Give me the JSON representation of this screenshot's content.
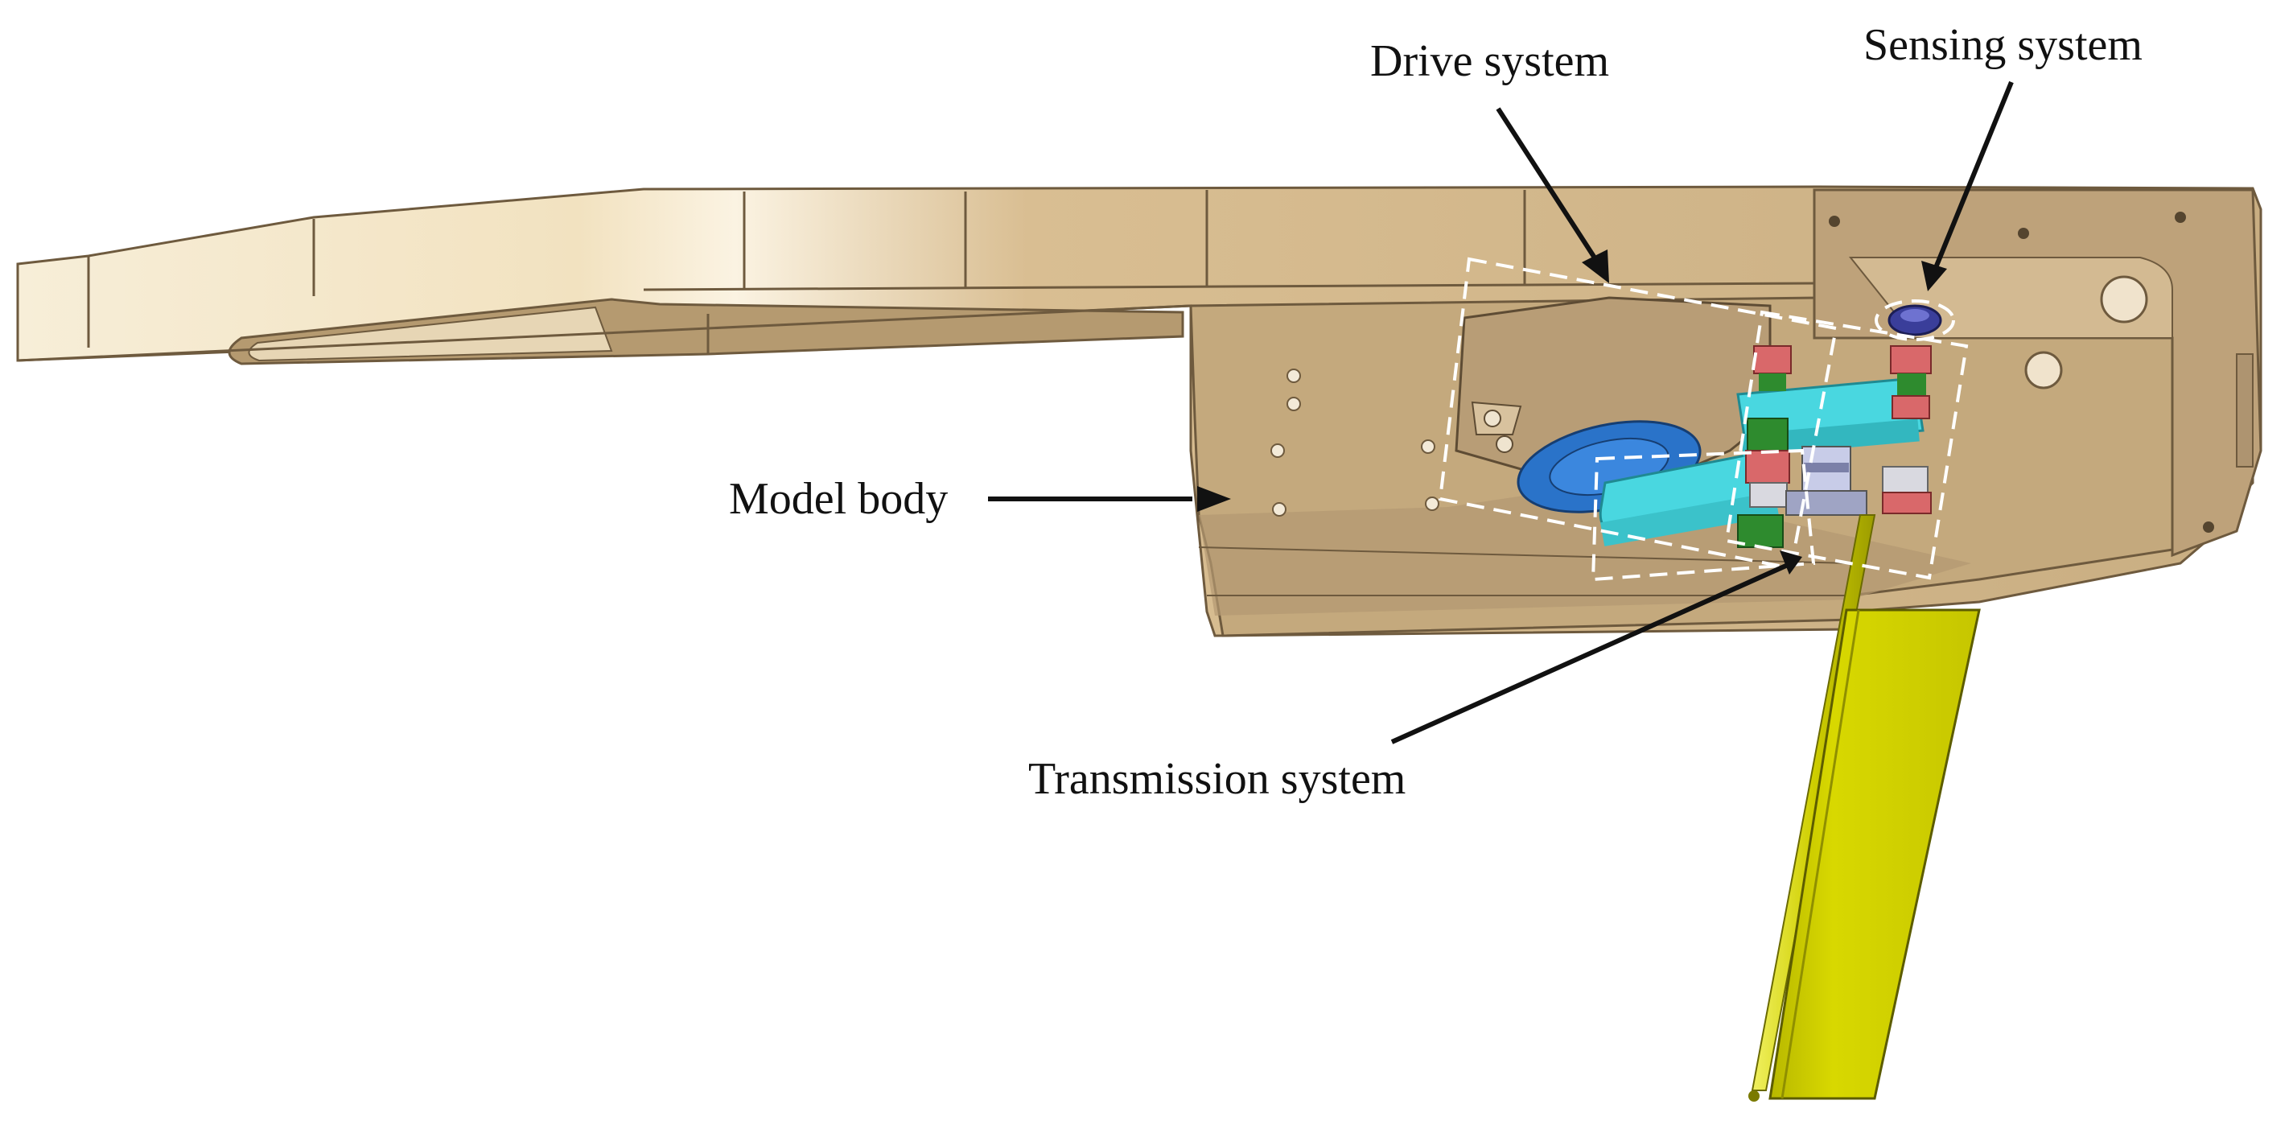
{
  "labels": {
    "drive_system": "Drive system",
    "sensing_system": "Sensing system",
    "model_body": "Model body",
    "transmission_system": "Transmission system"
  },
  "colors": {
    "body": "#C9AE82",
    "body_light": "#E8D4AE",
    "body_highlight": "#F5EAD2",
    "body_dark": "#8C7452",
    "rudder": "#D4D400",
    "linkage": "#49D7E0",
    "disk": "#2A73C9",
    "bearing_red": "#D9686A",
    "bearing_green": "#2E8B2E",
    "leader_line": "#111111",
    "dashed_box": "#FFFFFF"
  }
}
